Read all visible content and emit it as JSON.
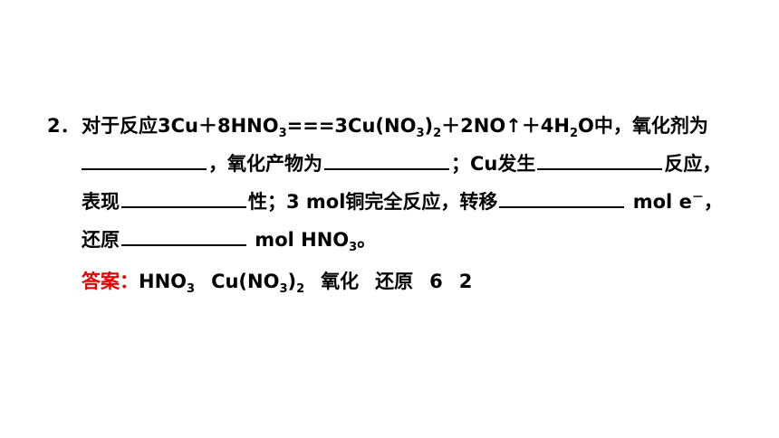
{
  "question": {
    "number": "2．",
    "stem_prefix": "对于反应3Cu＋8HNO",
    "sub_3": "3",
    "stem_mid1": "===3Cu(NO",
    "sub_3b": "3",
    "stem_mid2": ")",
    "sub_2": "2",
    "stem_mid3": "＋2NO↑＋4H",
    "sub_2b": "2",
    "stem_mid4": "O中，氧化剂为",
    "line2_mid": "，氧化产物为",
    "line2_mid2": "；Cu发生",
    "line2_end": "反应，",
    "line3_start": "表现",
    "line3_mid": "性；3 mol铜完全反应，转移",
    "line3_end": " mol e",
    "line3_sup": "－",
    "line3_comma": "，",
    "line4_start": "还原",
    "line4_end": " mol HNO",
    "line4_sub": "3",
    "line4_period": "。"
  },
  "answer": {
    "label": "答案：",
    "a1": "HNO",
    "a1_sub": "3",
    "a2": "Cu(NO",
    "a2_sub": "3",
    "a2_close": ")",
    "a2_sub2": "2",
    "a3": "氧化",
    "a4": "还原",
    "a5": "6",
    "a6": "2",
    "label_color": "#e60000"
  }
}
